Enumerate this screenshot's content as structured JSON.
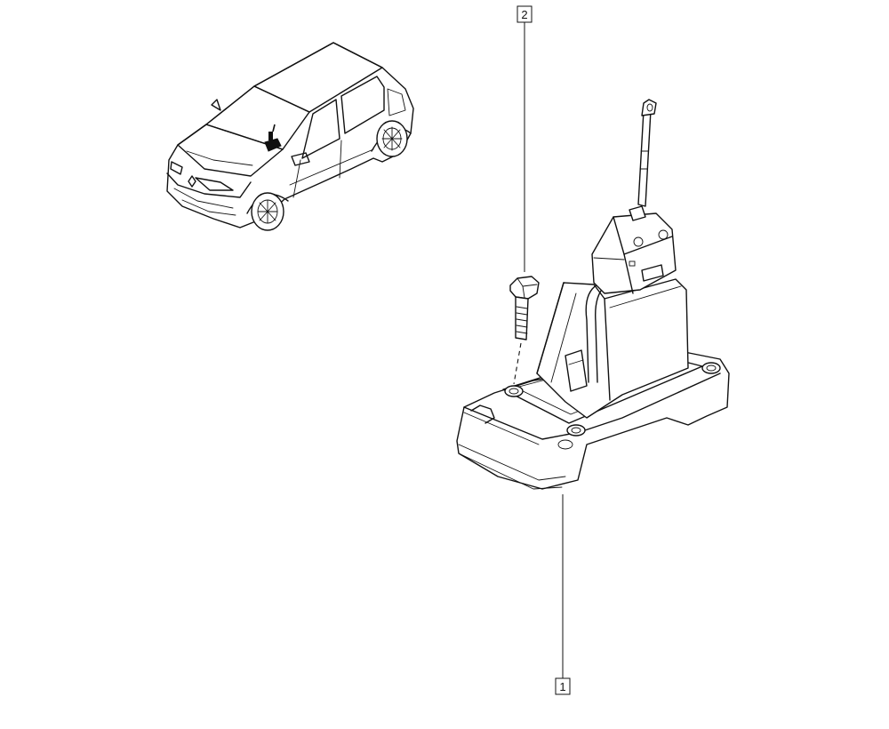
{
  "callouts": [
    {
      "label": "2",
      "part": "bolt"
    },
    {
      "label": "1",
      "part": "gear-lever-assembly"
    }
  ],
  "colors": {
    "line": "#111111",
    "background": "#ffffff"
  }
}
